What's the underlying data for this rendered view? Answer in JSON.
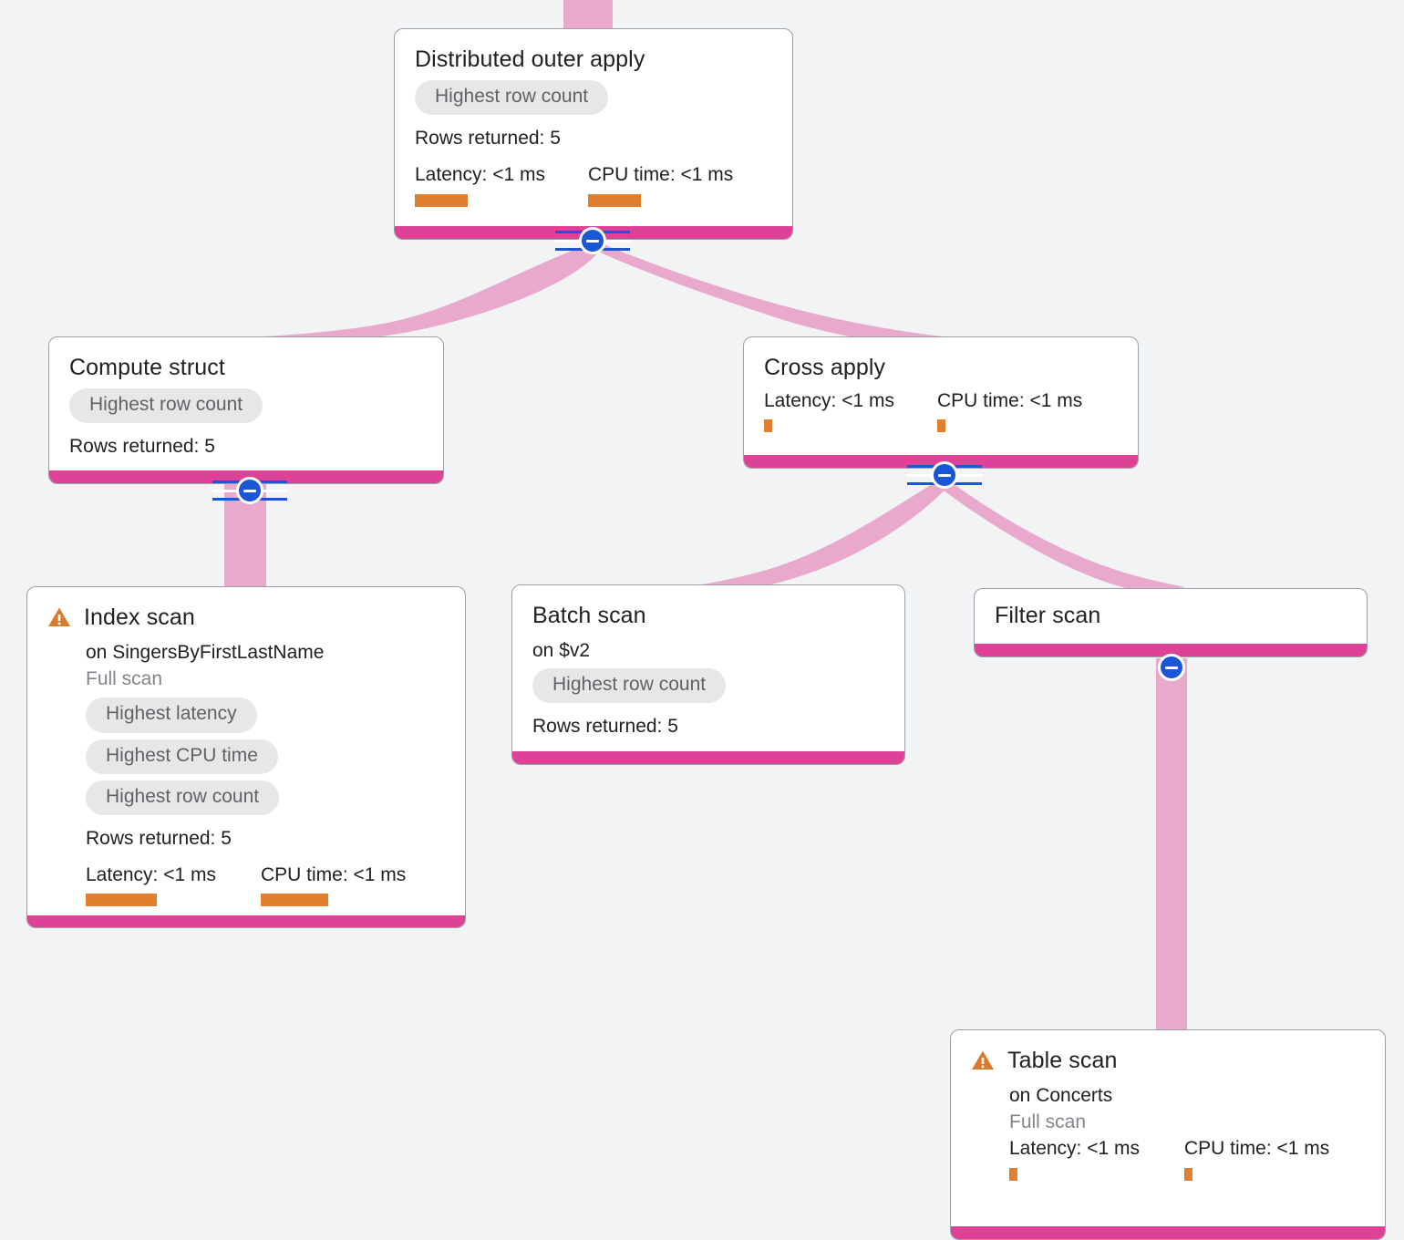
{
  "diagram": {
    "type": "query-execution-plan",
    "colors": {
      "background": "#f1f3f4",
      "card_border": "#9aa0a6",
      "accent_bar": "#dd4296",
      "edge": "#e8a9cd",
      "metric_bar": "#df7f2f",
      "warning": "#d97b2e",
      "chip_bg": "#e7e7e7",
      "chip_text": "#5f6368",
      "toggle": "#1a56d6"
    },
    "labels": {
      "rows_returned_prefix": "Rows returned: ",
      "latency_prefix": "Latency: ",
      "cpu_prefix": "CPU time: "
    }
  },
  "nodes": [
    {
      "id": "distributed-outer-apply",
      "title": "Distributed outer apply",
      "warning": false,
      "subtitle": null,
      "scan_type": null,
      "chips": [
        "Highest row count"
      ],
      "rows_returned": "Rows returned: 5",
      "latency": "Latency: <1 ms",
      "cpu_time": "CPU time: <1 ms",
      "latency_bar_width": 58,
      "cpu_bar_width": 58,
      "has_toggle": true
    },
    {
      "id": "compute-struct",
      "title": "Compute struct",
      "warning": false,
      "subtitle": null,
      "scan_type": null,
      "chips": [
        "Highest row count"
      ],
      "rows_returned": "Rows returned: 5",
      "latency": null,
      "cpu_time": null,
      "has_toggle": true
    },
    {
      "id": "cross-apply",
      "title": "Cross apply",
      "warning": false,
      "subtitle": null,
      "scan_type": null,
      "chips": [],
      "rows_returned": null,
      "latency": "Latency: <1 ms",
      "cpu_time": "CPU time: <1 ms",
      "latency_bar_width": 9,
      "cpu_bar_width": 9,
      "has_toggle": true
    },
    {
      "id": "index-scan",
      "title": "Index scan",
      "warning": true,
      "subtitle": "on SingersByFirstLastName",
      "scan_type": "Full scan",
      "chips": [
        "Highest latency",
        "Highest CPU time",
        "Highest row count"
      ],
      "rows_returned": "Rows returned: 5",
      "latency": "Latency: <1 ms",
      "cpu_time": "CPU time: <1 ms",
      "latency_bar_width": 78,
      "cpu_bar_width": 74,
      "has_toggle": false
    },
    {
      "id": "batch-scan",
      "title": "Batch scan",
      "warning": false,
      "subtitle": "on $v2",
      "scan_type": null,
      "chips": [
        "Highest row count"
      ],
      "rows_returned": "Rows returned: 5",
      "latency": null,
      "cpu_time": null,
      "has_toggle": false
    },
    {
      "id": "filter-scan",
      "title": "Filter scan",
      "warning": false,
      "subtitle": null,
      "scan_type": null,
      "chips": [],
      "rows_returned": null,
      "latency": null,
      "cpu_time": null,
      "has_toggle": true
    },
    {
      "id": "table-scan",
      "title": "Table scan",
      "warning": true,
      "subtitle": "on Concerts",
      "scan_type": "Full scan",
      "chips": [],
      "rows_returned": null,
      "latency": "Latency: <1 ms",
      "cpu_time": "CPU time: <1 ms",
      "latency_bar_width": 9,
      "cpu_bar_width": 9,
      "has_toggle": false
    }
  ],
  "edges": [
    {
      "from": "parent-offscreen",
      "to": "distributed-outer-apply"
    },
    {
      "from": "distributed-outer-apply",
      "to": "compute-struct"
    },
    {
      "from": "distributed-outer-apply",
      "to": "cross-apply"
    },
    {
      "from": "compute-struct",
      "to": "index-scan"
    },
    {
      "from": "cross-apply",
      "to": "batch-scan"
    },
    {
      "from": "cross-apply",
      "to": "filter-scan"
    },
    {
      "from": "filter-scan",
      "to": "table-scan"
    }
  ]
}
